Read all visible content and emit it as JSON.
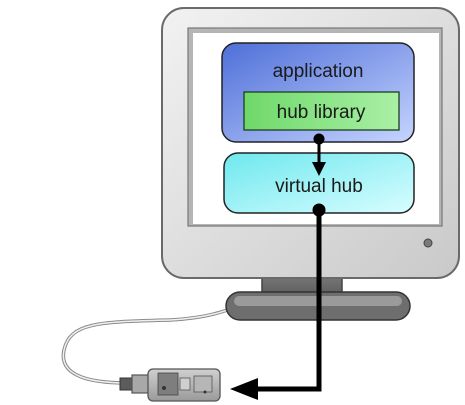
{
  "boxes": {
    "application": {
      "label": "application"
    },
    "hub_library": {
      "label": "hub library"
    },
    "virtual_hub": {
      "label": "virtual hub"
    }
  },
  "colors": {
    "application_fill": "#5b7fe0",
    "hub_library_fill": "#7ee07a",
    "virtual_hub_fill": "#8ef2f6",
    "monitor_body": "#dedede",
    "arrow": "#000000"
  }
}
